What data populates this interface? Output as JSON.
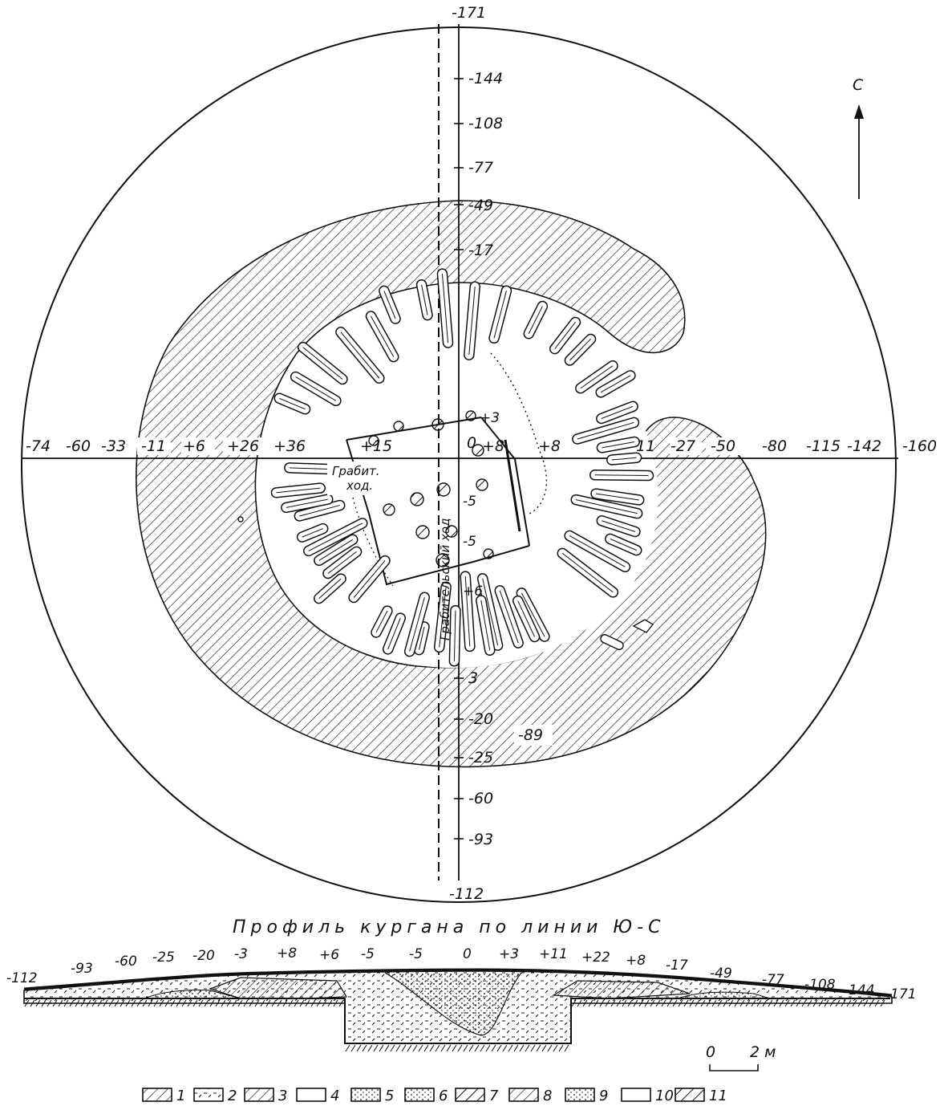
{
  "plan": {
    "north_label": "С",
    "top_label": "-171",
    "vertical_axis_labels": [
      "-144",
      "-108",
      "-77",
      "-49",
      "-17",
      "3",
      "-20",
      "-25",
      "-89",
      "-60",
      "-93",
      "-112"
    ],
    "horizontal_axis_labels": [
      "-74",
      "-60",
      "-33",
      "-11",
      "+6",
      "+26",
      "+36",
      "+15",
      "0",
      "+8",
      "+8",
      "11",
      "-27",
      "-50",
      "-80",
      "-115",
      "-142",
      "-160"
    ],
    "interior_labels": [
      "+3",
      "-5",
      "-5",
      "+6"
    ],
    "robbers_pass_label_line1": "Грабит.",
    "robbers_pass_label_line2": "ход.",
    "robbers_pit_label": "Грабительский ход"
  },
  "profile": {
    "title": "Профиль кургана по линии Ю-С",
    "labels": [
      "-112",
      "-93",
      "-60",
      "-25",
      "-20",
      "-3",
      "+8",
      "+6",
      "-5",
      "-5",
      "0",
      "+3",
      "+11",
      "+22",
      "+8",
      "-17",
      "-49",
      "-77",
      "-108",
      "-144",
      "-171"
    ],
    "scale_zero": "0",
    "scale_end": "2 м"
  },
  "legend": {
    "items": [
      "1",
      "2",
      "3",
      "4",
      "5",
      "6",
      "7",
      "8",
      "9",
      "10",
      "11"
    ]
  }
}
